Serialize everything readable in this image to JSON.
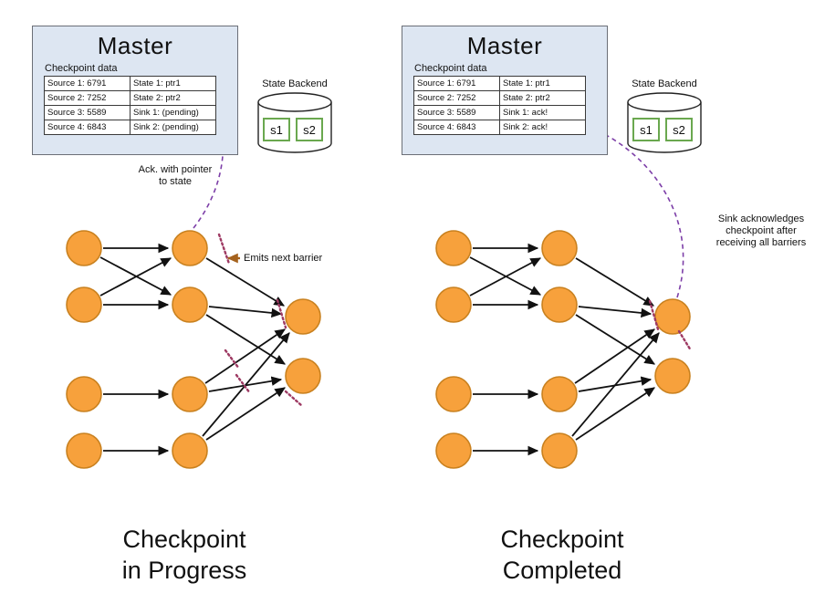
{
  "left": {
    "master_title": "Master",
    "checkpoint_label": "Checkpoint data",
    "table": [
      [
        "Source 1: 6791",
        "State 1: ptr1"
      ],
      [
        "Source 2: 7252",
        "State 2: ptr2"
      ],
      [
        "Source 3: 5589",
        "Sink 1: (pending)"
      ],
      [
        "Source 4: 6843",
        "Sink 2: (pending)"
      ]
    ],
    "state_backend_label": "State Backend",
    "backend": [
      "s1",
      "s2"
    ],
    "ack_note": "Ack. with pointer\nto state",
    "emit_note": "Emits next barrier",
    "caption": "Checkpoint\nin Progress"
  },
  "right": {
    "master_title": "Master",
    "checkpoint_label": "Checkpoint data",
    "table": [
      [
        "Source 1: 6791",
        "State 1: ptr1"
      ],
      [
        "Source 2: 7252",
        "State 2: ptr2"
      ],
      [
        "Source 3: 5589",
        "Sink 1: ack!"
      ],
      [
        "Source 4: 6843",
        "Sink 2: ack!"
      ]
    ],
    "state_backend_label": "State Backend",
    "backend": [
      "s1",
      "s2"
    ],
    "sink_note": "Sink acknowledges\ncheckpoint after\nreceiving all barriers",
    "caption": "Checkpoint\nCompleted"
  },
  "colors": {
    "master_fill": "#dde6f2",
    "node_fill": "#f7a13c",
    "node_stroke": "#c9811f",
    "backend_box_stroke": "#6aa84f",
    "ack_arrow": "#7d3fa8",
    "barrier_mark": "#9e3a63",
    "emit_arrow": "#a5621d"
  }
}
